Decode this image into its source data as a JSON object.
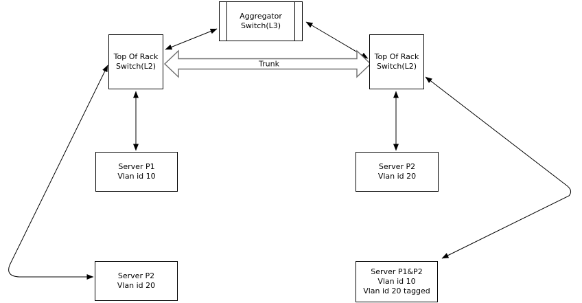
{
  "nodes": {
    "aggregator": {
      "line1": "Aggregator",
      "line2": "Switch(L3)"
    },
    "tor_left": {
      "line1": "Top Of Rack",
      "line2": "Switch(L2)"
    },
    "tor_right": {
      "line1": "Top Of Rack",
      "line2": "Switch(L2)"
    },
    "server_p1": {
      "line1": "Server P1",
      "line2": "Vlan id 10"
    },
    "server_p2_top": {
      "line1": "Server P2",
      "line2": "Vlan id 20"
    },
    "server_p2_bottom": {
      "line1": "Server P2",
      "line2": "Vlan id 20"
    },
    "server_p1p2": {
      "line1": "Server P1&P2",
      "line2": "Vlan id 10",
      "line3": "Vlan id 20 tagged"
    }
  },
  "trunk": {
    "label": "Trunk"
  },
  "colors": {
    "line": "#000000",
    "trunk_outline": "#6e6e6e",
    "box_fill": "#ffffff",
    "text": "#000000",
    "background": "#ffffff"
  }
}
